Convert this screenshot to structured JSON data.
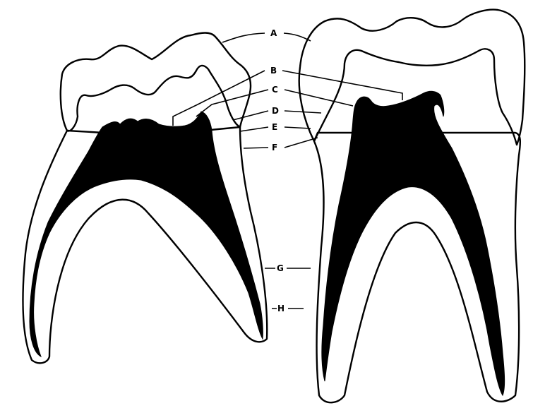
{
  "diagram": {
    "labels": [
      "A",
      "B",
      "C",
      "D",
      "E",
      "F",
      "G",
      "H"
    ],
    "colors": {
      "ink": "#000000",
      "paper": "#ffffff"
    }
  }
}
